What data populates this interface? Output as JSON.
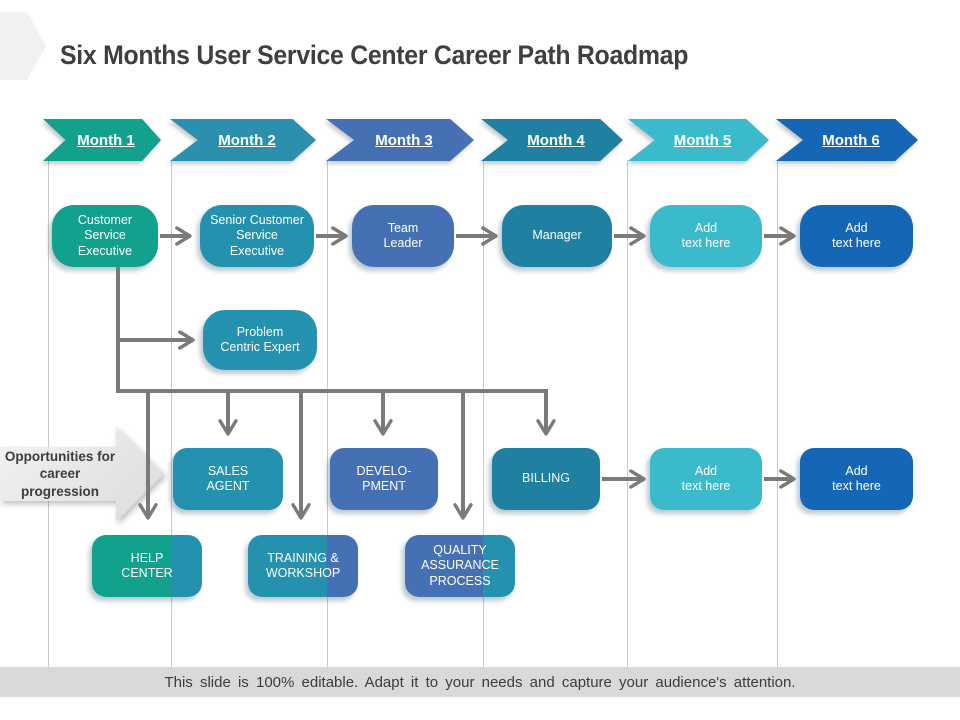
{
  "title": "Six Months User Service Center Career Path Roadmap",
  "footer": "This slide is 100% editable. Adapt it to your needs and capture your audience's attention.",
  "months": [
    {
      "label": "Month 1"
    },
    {
      "label": "Month 2"
    },
    {
      "label": "Month 3"
    },
    {
      "label": "Month 4"
    },
    {
      "label": "Month 5"
    },
    {
      "label": "Month 6"
    }
  ],
  "side_label": "Opportunities for\ncareer progression",
  "nodes": {
    "row1": [
      {
        "label": "Customer\nService\nExecutive",
        "color": "#12A18D"
      },
      {
        "label": "Senior Customer\nService\nExecutive",
        "color": "#2491AE"
      },
      {
        "label": "Team\nLeader",
        "color": "#4571B4"
      },
      {
        "label": "Manager",
        "color": "#1F80A1"
      },
      {
        "label": "Add\ntext here",
        "color": "#3ABACA"
      },
      {
        "label": "Add\ntext here",
        "color": "#1566B5"
      }
    ],
    "branch": {
      "label": "Problem\nCentric Expert",
      "color": "#2491AE"
    },
    "row2": [
      {
        "label": "SALES\nAGENT",
        "color": "#2491AE"
      },
      {
        "label": "DEVELO-\nPMENT",
        "color": "#4571B4"
      },
      {
        "label": "BILLING",
        "color": "#1F80A1"
      },
      {
        "label": "Add\ntext here",
        "color": "#3ABACA"
      },
      {
        "label": "Add\ntext here",
        "color": "#1566B5"
      }
    ],
    "row3": [
      {
        "label": "HELP\nCENTER",
        "colors": [
          "#12A18D",
          "#2491AE"
        ]
      },
      {
        "label": "TRAINING &\nWORKSHOP",
        "colors": [
          "#2491AE",
          "#4571B4"
        ]
      },
      {
        "label": "QUALITY\nASSURANCE\nPROCESS",
        "colors": [
          "#4571B4",
          "#2491AE"
        ]
      }
    ]
  },
  "palette": {
    "teal_green": "#12A18D",
    "teal": "#2491AE",
    "dark_teal": "#1F80A1",
    "blue": "#4571B4",
    "cyan": "#3ABACA",
    "strong_blue": "#1566B5",
    "connector_gray": "#7a7a7a",
    "gridline_gray": "#c9c9c9",
    "footer_gray": "#d9d9d9",
    "title_gray": "#3f3f3f"
  }
}
